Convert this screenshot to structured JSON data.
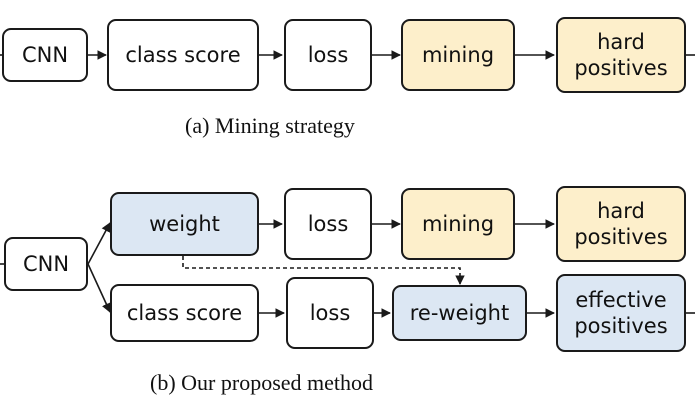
{
  "panel_a": {
    "caption": "(a)  Mining strategy",
    "boxes": {
      "cnn": "CNN",
      "class_score": "class score",
      "loss": "loss",
      "mining": "mining",
      "hard_positives": "hard\npositives"
    }
  },
  "panel_b": {
    "caption": "(b)  Our proposed method",
    "boxes": {
      "cnn": "CNN",
      "weight": "weight",
      "loss_top": "loss",
      "mining": "mining",
      "hard_positives": "hard\npositives",
      "class_score": "class score",
      "loss_bottom": "loss",
      "reweight": "re-weight",
      "effective_positives": "effective\npositives"
    }
  },
  "colors": {
    "mining_fill": "#fdefcb",
    "weight_fill": "#dce7f3",
    "stroke": "#1a1a1a"
  }
}
